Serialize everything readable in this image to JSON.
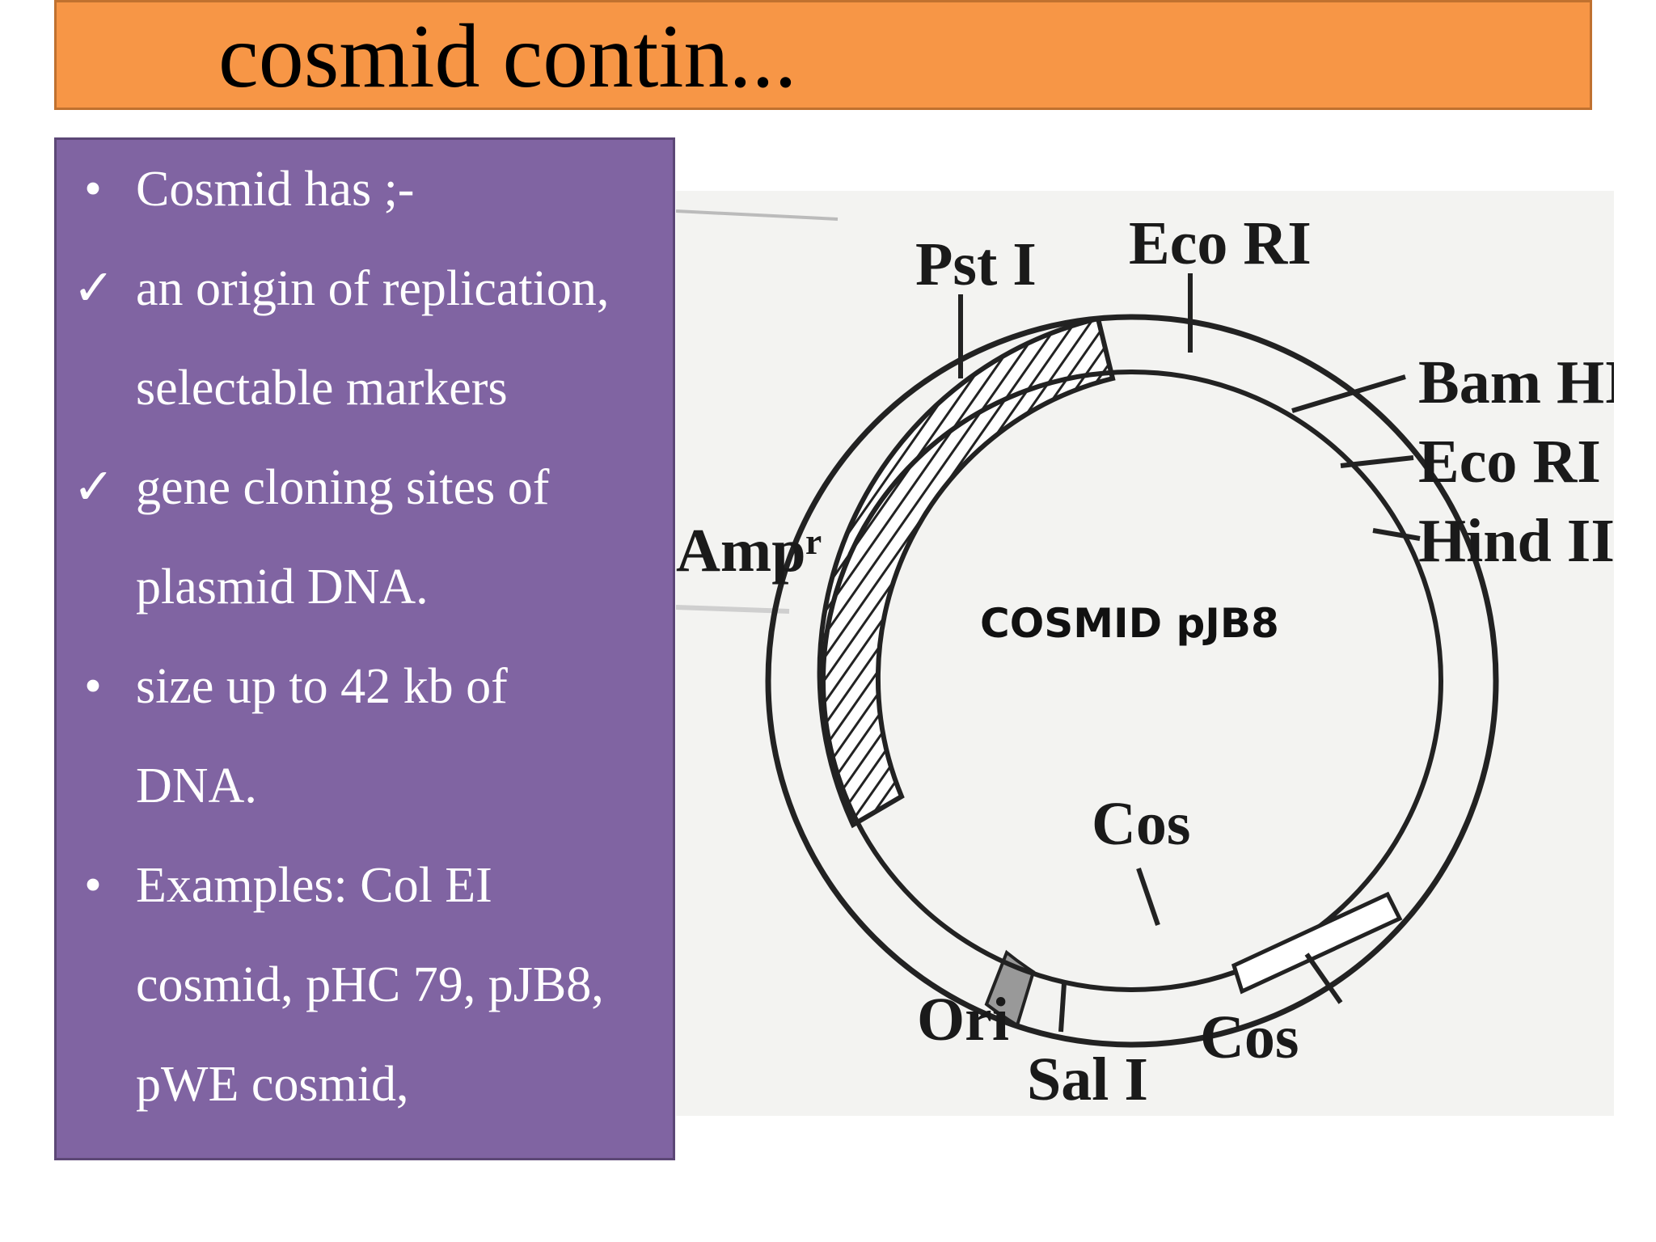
{
  "slide": {
    "title": "cosmid contin...",
    "colors": {
      "title_bar": "#f79646",
      "content_box": "#8064a2",
      "content_text": "#ffffff"
    }
  },
  "content": {
    "lines": [
      {
        "marker": "•",
        "marker_icon": "bullet-icon",
        "text": "Cosmid has ;-"
      },
      {
        "marker": "✓",
        "marker_icon": "checkmark-icon",
        "text": "an origin of replication,"
      },
      {
        "marker": "",
        "marker_icon": "",
        "text": "selectable markers"
      },
      {
        "marker": "✓",
        "marker_icon": "checkmark-icon",
        "text": " gene cloning sites of"
      },
      {
        "marker": "",
        "marker_icon": "",
        "text": "plasmid DNA."
      },
      {
        "marker": "•",
        "marker_icon": "bullet-icon",
        "text": "size up to 42 kb of"
      },
      {
        "marker": "",
        "marker_icon": "",
        "text": "DNA."
      },
      {
        "marker": "•",
        "marker_icon": "bullet-icon",
        "text": " Examples: Col EI"
      },
      {
        "marker": "",
        "marker_icon": "",
        "text": "cosmid, pHC 79, pJB8,"
      },
      {
        "marker": "",
        "marker_icon": "",
        "text": "pWE cosmid,"
      }
    ]
  },
  "diagram": {
    "center_label": "COSMID  pJB8",
    "labels": {
      "pst1": "Pst I",
      "ecori_top": "Eco RI",
      "bamhi": "Bam HI",
      "ecori_right": "Eco RI",
      "hindiii": "Hind III",
      "ampr": "Ampʳ",
      "cos_inner": "Cos",
      "cos_outer": "Cos",
      "ori": "Ori",
      "sal1": "Sal I"
    }
  }
}
